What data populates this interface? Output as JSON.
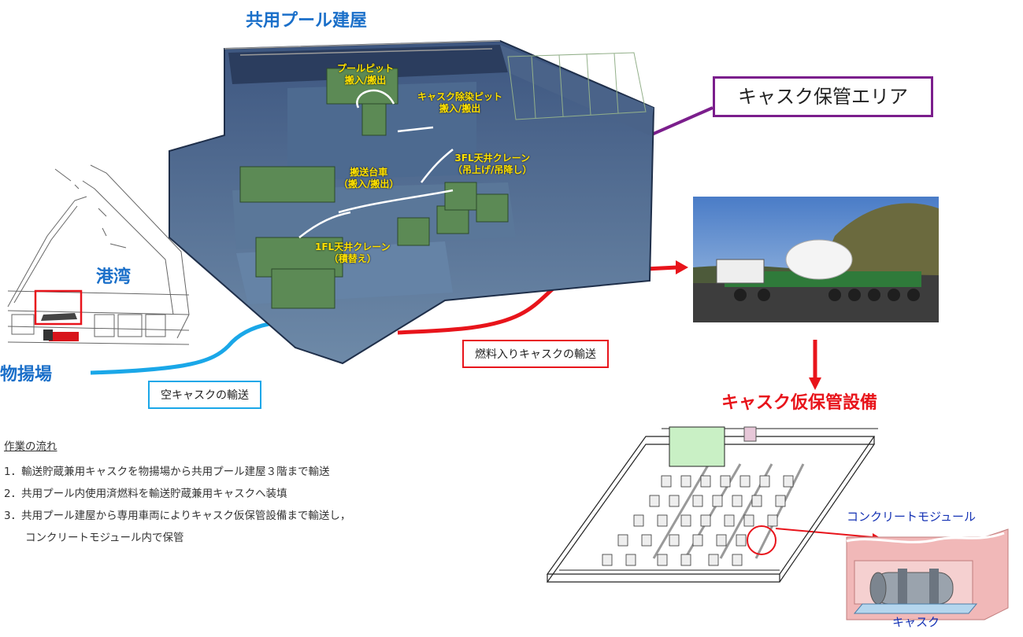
{
  "building_title": "共用プール建屋",
  "building_labels": {
    "pool_pit": "プールピット\n搬入/搬出",
    "decon_pit": "キャスク除染ピット\n搬入/搬出",
    "crane_3fl": "3FL天井クレーン\n（吊上げ/吊降し）",
    "transport_cart": "搬送台車\n（搬入/搬出）",
    "crane_1fl": "1FL天井クレーン\n（積替え）"
  },
  "cask_storage_area": "キャスク保管エリア",
  "harbor_label": "港湾",
  "unloading_area": "物揚場",
  "empty_cask_transport": "空キャスクの輸送",
  "loaded_cask_transport": "燃料入りキャスクの輸送",
  "temp_storage_title": "キャスク仮保管設備",
  "concrete_module": "コンクリートモジュール",
  "cask_label": "キャスク",
  "workflow": {
    "title": "作業の流れ",
    "steps": [
      "1．輸送貯蔵兼用キャスクを物揚場から共用プール建屋３階まで輸送",
      "2．共用プール内使用済燃料を輸送貯蔵兼用キャスクへ装填",
      "3．共用プール建屋から専用車両によりキャスク仮保管設備まで輸送し，",
      "　　コンクリートモジュール内で保管"
    ]
  },
  "colors": {
    "blue_title": "#1a6fc9",
    "red_title": "#e8141b",
    "purple": "#7b1e8c",
    "cyan_arrow": "#1aa7e8",
    "red_arrow": "#e8141b"
  }
}
